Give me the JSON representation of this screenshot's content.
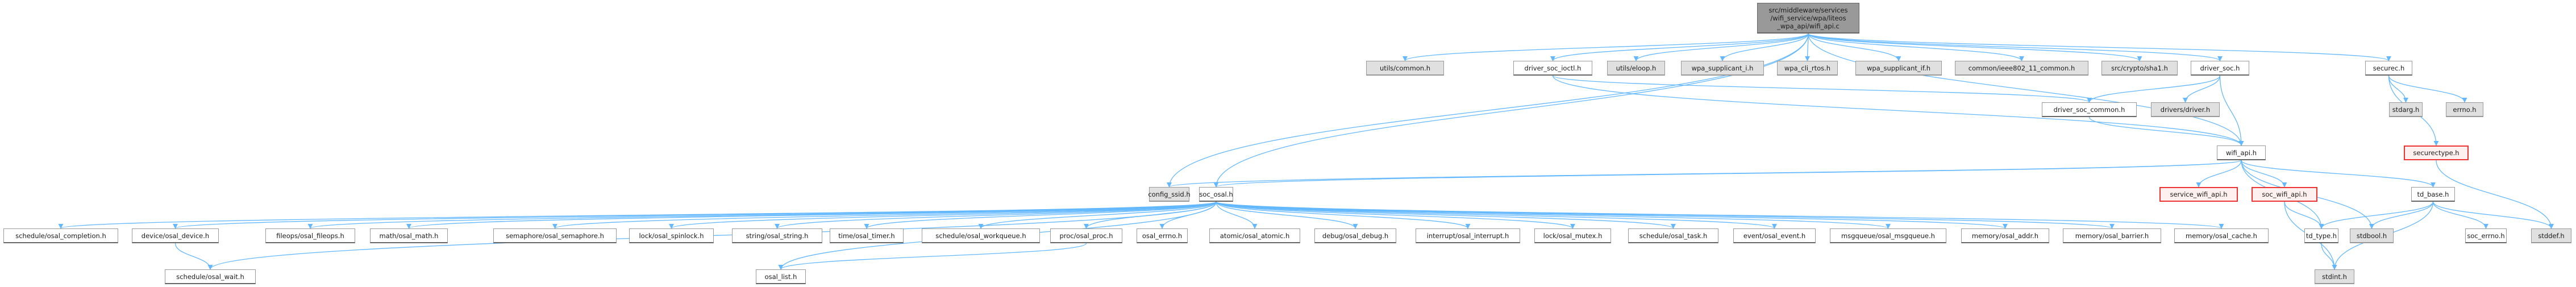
{
  "graph": {
    "title": "Include dependency graph for wifi_api.c",
    "colors": {
      "edge": "#63b8ff",
      "root_fill": "#999999",
      "node_fill": "#ffffff",
      "external_fill": "#e0e0e0",
      "missing_fill": "#fff0f0",
      "missing_border": "#ee3333"
    },
    "nodes": [
      {
        "id": "root",
        "label": "src/middleware/services/wifi_service/wpa/liteos_wpa_api/wifi_api.c",
        "label_lines": [
          "src/middleware/services",
          "/wifi_service/wpa/liteos",
          "_wpa_api/wifi_api.c"
        ],
        "kind": "root"
      },
      {
        "id": "utils_common",
        "label": "utils/common.h",
        "kind": "external"
      },
      {
        "id": "driver_soc_ioctl",
        "label": "driver_soc_ioctl.h",
        "kind": "normal"
      },
      {
        "id": "utils_eloop",
        "label": "utils/eloop.h",
        "kind": "external"
      },
      {
        "id": "wpa_supplicant_i",
        "label": "wpa_supplicant_i.h",
        "kind": "external"
      },
      {
        "id": "wpa_cli_rtos",
        "label": "wpa_cli_rtos.h",
        "kind": "external"
      },
      {
        "id": "wpa_supplicant_if",
        "label": "wpa_supplicant_if.h",
        "kind": "external"
      },
      {
        "id": "ieee802_11_common",
        "label": "common/ieee802_11_common.h",
        "kind": "external"
      },
      {
        "id": "sha1",
        "label": "src/crypto/sha1.h",
        "kind": "external"
      },
      {
        "id": "driver_soc",
        "label": "driver_soc.h",
        "kind": "normal"
      },
      {
        "id": "securec",
        "label": "securec.h",
        "kind": "normal"
      },
      {
        "id": "driver_soc_common",
        "label": "driver_soc_common.h",
        "kind": "normal"
      },
      {
        "id": "drivers_driver",
        "label": "drivers/driver.h",
        "kind": "external"
      },
      {
        "id": "stdarg",
        "label": "stdarg.h",
        "kind": "external"
      },
      {
        "id": "errno",
        "label": "errno.h",
        "kind": "external"
      },
      {
        "id": "wifi_api_h",
        "label": "wifi_api.h",
        "kind": "normal"
      },
      {
        "id": "securectype",
        "label": "securectype.h",
        "kind": "missing"
      },
      {
        "id": "config_ssid",
        "label": "config_ssid.h",
        "kind": "external"
      },
      {
        "id": "soc_osal",
        "label": "soc_osal.h",
        "kind": "normal"
      },
      {
        "id": "service_wifi_api",
        "label": "service_wifi_api.h",
        "kind": "missing"
      },
      {
        "id": "soc_wifi_api",
        "label": "soc_wifi_api.h",
        "kind": "missing"
      },
      {
        "id": "td_base",
        "label": "td_base.h",
        "kind": "normal"
      },
      {
        "id": "osal_completion",
        "label": "schedule/osal_completion.h",
        "kind": "normal"
      },
      {
        "id": "osal_device",
        "label": "device/osal_device.h",
        "kind": "normal"
      },
      {
        "id": "osal_fileops",
        "label": "fileops/osal_fileops.h",
        "kind": "normal"
      },
      {
        "id": "osal_math",
        "label": "math/osal_math.h",
        "kind": "normal"
      },
      {
        "id": "osal_semaphore",
        "label": "semaphore/osal_semaphore.h",
        "kind": "normal"
      },
      {
        "id": "osal_spinlock",
        "label": "lock/osal_spinlock.h",
        "kind": "normal"
      },
      {
        "id": "osal_string",
        "label": "string/osal_string.h",
        "kind": "normal"
      },
      {
        "id": "osal_timer",
        "label": "time/osal_timer.h",
        "kind": "normal"
      },
      {
        "id": "osal_workqueue",
        "label": "schedule/osal_workqueue.h",
        "kind": "normal"
      },
      {
        "id": "osal_proc",
        "label": "proc/osal_proc.h",
        "kind": "normal"
      },
      {
        "id": "osal_errno",
        "label": "osal_errno.h",
        "kind": "normal"
      },
      {
        "id": "osal_atomic",
        "label": "atomic/osal_atomic.h",
        "kind": "normal"
      },
      {
        "id": "osal_debug",
        "label": "debug/osal_debug.h",
        "kind": "normal"
      },
      {
        "id": "osal_interrupt",
        "label": "interrupt/osal_interrupt.h",
        "kind": "normal"
      },
      {
        "id": "osal_mutex",
        "label": "lock/osal_mutex.h",
        "kind": "normal"
      },
      {
        "id": "osal_task",
        "label": "schedule/osal_task.h",
        "kind": "normal"
      },
      {
        "id": "osal_event",
        "label": "event/osal_event.h",
        "kind": "normal"
      },
      {
        "id": "osal_msgqueue",
        "label": "msgqueue/osal_msgqueue.h",
        "kind": "normal"
      },
      {
        "id": "osal_addr",
        "label": "memory/osal_addr.h",
        "kind": "normal"
      },
      {
        "id": "osal_barrier",
        "label": "memory/osal_barrier.h",
        "kind": "normal"
      },
      {
        "id": "osal_cache",
        "label": "memory/osal_cache.h",
        "kind": "normal"
      },
      {
        "id": "td_type",
        "label": "td_type.h",
        "kind": "normal"
      },
      {
        "id": "stdbool",
        "label": "stdbool.h",
        "kind": "external"
      },
      {
        "id": "soc_errno",
        "label": "soc_errno.h",
        "kind": "normal"
      },
      {
        "id": "stddef",
        "label": "stddef.h",
        "kind": "external"
      },
      {
        "id": "osal_wait",
        "label": "schedule/osal_wait.h",
        "kind": "normal"
      },
      {
        "id": "osal_list",
        "label": "osal_list.h",
        "kind": "normal"
      },
      {
        "id": "stdint",
        "label": "stdint.h",
        "kind": "external"
      }
    ],
    "edges": [
      [
        "root",
        "utils_common"
      ],
      [
        "root",
        "driver_soc_ioctl"
      ],
      [
        "root",
        "utils_eloop"
      ],
      [
        "root",
        "wpa_supplicant_i"
      ],
      [
        "root",
        "wpa_cli_rtos"
      ],
      [
        "root",
        "wpa_supplicant_if"
      ],
      [
        "root",
        "ieee802_11_common"
      ],
      [
        "root",
        "sha1"
      ],
      [
        "root",
        "driver_soc"
      ],
      [
        "root",
        "securec"
      ],
      [
        "root",
        "wifi_api_h"
      ],
      [
        "root",
        "config_ssid"
      ],
      [
        "root",
        "soc_osal"
      ],
      [
        "driver_soc_ioctl",
        "driver_soc_common"
      ],
      [
        "driver_soc_ioctl",
        "wifi_api_h"
      ],
      [
        "driver_soc",
        "driver_soc_common"
      ],
      [
        "driver_soc",
        "drivers_driver"
      ],
      [
        "driver_soc",
        "wifi_api_h"
      ],
      [
        "driver_soc_common",
        "wifi_api_h"
      ],
      [
        "securec",
        "stdarg"
      ],
      [
        "securec",
        "errno"
      ],
      [
        "securec",
        "securectype"
      ],
      [
        "securectype",
        "stddef"
      ],
      [
        "wifi_api_h",
        "config_ssid"
      ],
      [
        "wifi_api_h",
        "soc_osal"
      ],
      [
        "wifi_api_h",
        "service_wifi_api"
      ],
      [
        "wifi_api_h",
        "soc_wifi_api"
      ],
      [
        "wifi_api_h",
        "td_base"
      ],
      [
        "wifi_api_h",
        "td_type"
      ],
      [
        "wifi_api_h",
        "stdbool"
      ],
      [
        "soc_wifi_api",
        "td_type"
      ],
      [
        "soc_wifi_api",
        "stdint"
      ],
      [
        "td_base",
        "td_type"
      ],
      [
        "td_base",
        "stdbool"
      ],
      [
        "td_base",
        "soc_errno"
      ],
      [
        "td_base",
        "stddef"
      ],
      [
        "td_base",
        "stdint"
      ],
      [
        "td_type",
        "stdint"
      ],
      [
        "soc_osal",
        "osal_completion"
      ],
      [
        "soc_osal",
        "osal_device"
      ],
      [
        "soc_osal",
        "osal_fileops"
      ],
      [
        "soc_osal",
        "osal_math"
      ],
      [
        "soc_osal",
        "osal_semaphore"
      ],
      [
        "soc_osal",
        "osal_spinlock"
      ],
      [
        "soc_osal",
        "osal_string"
      ],
      [
        "soc_osal",
        "osal_timer"
      ],
      [
        "soc_osal",
        "osal_workqueue"
      ],
      [
        "soc_osal",
        "osal_proc"
      ],
      [
        "soc_osal",
        "osal_errno"
      ],
      [
        "soc_osal",
        "osal_atomic"
      ],
      [
        "soc_osal",
        "osal_debug"
      ],
      [
        "soc_osal",
        "osal_interrupt"
      ],
      [
        "soc_osal",
        "osal_mutex"
      ],
      [
        "soc_osal",
        "osal_task"
      ],
      [
        "soc_osal",
        "osal_event"
      ],
      [
        "soc_osal",
        "osal_msgqueue"
      ],
      [
        "soc_osal",
        "osal_addr"
      ],
      [
        "soc_osal",
        "osal_barrier"
      ],
      [
        "soc_osal",
        "osal_cache"
      ],
      [
        "soc_osal",
        "osal_wait"
      ],
      [
        "soc_osal",
        "osal_list"
      ],
      [
        "osal_device",
        "osal_wait"
      ],
      [
        "osal_proc",
        "osal_list"
      ]
    ]
  }
}
